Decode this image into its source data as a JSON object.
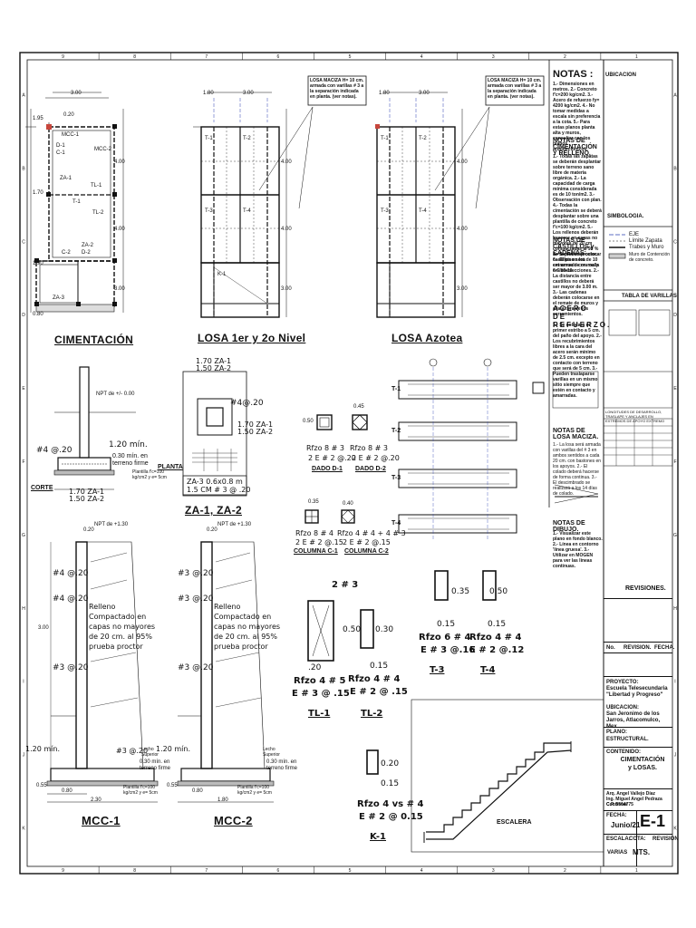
{
  "grid": {
    "top_marks": [
      "9",
      "8",
      "7",
      "6",
      "5",
      "4",
      "3",
      "2",
      "1"
    ],
    "side_marks": [
      "A",
      "B",
      "C",
      "D",
      "E",
      "F",
      "G",
      "H",
      "I",
      "J",
      "K"
    ]
  },
  "plans": {
    "cimentacion": {
      "title": "CIMENTACIÓN",
      "dims": [
        "0.20",
        "3.00",
        "1.95",
        "4.00",
        "1.70",
        "4.00",
        "1.90",
        "0.80",
        "3.00"
      ],
      "marks": [
        "MCC-1",
        "D-1",
        "C-1",
        "ZA-1",
        "ZA-2",
        "D-2",
        "C-2",
        "MCC-2",
        "TL-1",
        "TL-2",
        "T-1",
        "ZA-3"
      ]
    },
    "losa_1": {
      "title": "LOSA 1er y 2o Nivel",
      "callout": "LOSA MACIZA H= 10 cm. armada con varillas # 3 a la separación indicada en planta. (ver notas).",
      "dims": [
        "1.80",
        "3.00",
        "4.00",
        "4.00",
        "3.00"
      ],
      "marks": [
        "T-1",
        "T-2",
        "T-3",
        "T-4",
        "K-1"
      ]
    },
    "losa_azotea": {
      "title": "LOSA Azotea",
      "callout": "LOSA MACIZA H= 10 cm. armada con varillas # 3 a la separación indicada en planta. (ver notas).",
      "dims": [
        "1.80",
        "3.00",
        "4.00",
        "4.00",
        "3.00"
      ],
      "marks": [
        "T-1",
        "T-2",
        "T-3",
        "T-4"
      ]
    }
  },
  "details": {
    "zapata_section": {
      "labels": [
        "NPT de +/- 0.00",
        "#4 @.20",
        "1.20 mín.",
        "0.30 mín. en terreno firme",
        "CORTE",
        "1.70 ZA-1",
        "1.50 ZA-2",
        "Plantilla f'c=100 kg/cm2 y e= 5cm"
      ]
    },
    "za_plan": {
      "title": "ZA-1, ZA-2",
      "labels": [
        "1.70 ZA-1",
        "1.50 ZA-2",
        "#4@.20",
        "1.70 ZA-1",
        "1.50 ZA-2",
        "ZA-3 0.6x0.8 m",
        "1.5 CM # 3 @ .20",
        "PLANTA"
      ]
    },
    "dados": [
      {
        "name": "DADO D-1",
        "size": "0.50",
        "rebar": "Rfzo 8 # 3",
        "stirrup": "2 E # 2 @.20"
      },
      {
        "name": "DADO D-2",
        "size": "0.45",
        "rebar": "Rfzo 8 # 3",
        "stirrup": "2 E # 2 @.20"
      }
    ],
    "columnas": [
      {
        "name": "COLUMNA C-1",
        "size": "0.35",
        "rebar": "Rfzo 8 # 4",
        "stirrup": "2 E # 2 @.15"
      },
      {
        "name": "COLUMNA C-2",
        "size": "0.40",
        "rebar": "Rfzo 4 # 4 + 4 # 3",
        "stirrup": "2 E # 2 @.15"
      }
    ],
    "trabes": [
      {
        "name": "TL-1",
        "w": ".20",
        "h": "0.50",
        "top": "2 # 3",
        "rebar": "Rfzo  4 # 5",
        "stirrup": "E # 3 @ .15"
      },
      {
        "name": "TL-2",
        "w": "0.15",
        "h": "0.30",
        "rebar": "Rfzo  4 # 4",
        "stirrup": "E # 2 @ .15"
      },
      {
        "name": "T-3",
        "w": "0.15",
        "h": "0.35",
        "rebar": "Rfzo  6 # 4",
        "stirrup": "E # 3 @.16"
      },
      {
        "name": "T-4",
        "w": "0.15",
        "h": "0.50",
        "rebar": "Rfzo  4 # 4",
        "stirrup": "E # 2 @.12"
      },
      {
        "name": "K-1",
        "w": "0.15",
        "h": "0.20",
        "rebar": "Rfzo 4 vs # 4",
        "stirrup": "E # 2 @ 0.15"
      }
    ],
    "muros": [
      {
        "name": "MCC-1",
        "top": "0.20",
        "fill": "Relleno Compactado en capas no mayores de 20 cm. al 95% prueba proctor",
        "labels": [
          "NPT de +1.30",
          "#4 @.20",
          "#4 @.20",
          "#3 @.20",
          "3.00",
          "1.20 mín.",
          "0.30 mín. en terreno firme",
          "0.80",
          "2.30",
          "0.55",
          "Plantilla f'c=100 kg/cm2 y e= 5cm",
          "Lecho Superior",
          "#3 @.20"
        ]
      },
      {
        "name": "MCC-2",
        "top": "0.20",
        "fill": "Relleno Compactado en capas no mayores de 20 cm. al 95% prueba proctor",
        "labels": [
          "NPT de +1.30",
          "#3 @.20",
          "#3 @.20",
          "#3 @.20",
          "1.20 mín.",
          "0.30 mín. en terreno firme",
          "0.80",
          "1.80",
          "0.55",
          "Plantilla f'c=100 kg/cm2 y e= 5cm",
          "Lecho Superior"
        ]
      }
    ],
    "vigas_elev": [
      "T-1",
      "T-2",
      "T-3",
      "T-4"
    ],
    "escalera": "ESCALERA"
  },
  "notes": {
    "notas_title": "NOTAS :",
    "notas": "1.- Dimensiones en metros. 2.- Concreto f'c=200 kg/cm2. 3.- Acero de refuerzo fy= 4200 kg/cm2. 4.- No tomar medidas a escala sin preferencia a la cota. 5.- Para estas planos planta alta y muros, consultar con los planos arquitectónicos.",
    "cimentacion_title": "NOTAS DE CIMENTACIÓN Y RELLENO.",
    "cimentacion": "1.- Todas las zapatas se deberán desplantar sobre terreno sano libre de materia orgánica. 2.- La capacidad de carga mínima considerada es de 10 ton/m2. 3.- Observación con plan. 4.- Todas la cimentación se deberá desplantar sobre una plantilla de concreto f'c=100 kg/cm2. 5.- Los rellenos deberán hacerse en capas no mayores de 20 cm compactadas al 95 % de la prueba proctor. 6.- El piso será de 10 cm armado con malla 6-6/10-10.",
    "castillos_title": "NOTAS DE CASTILLOS y CADENAS:",
    "castillos": "1.- Se deberán colocar castillos en los extremos de muros y en intersecciones. 2.- La distancia entre castillos no deberá ser mayor de 3.00 m. 3.- Las cadenas deberán colocarse en el remate de muros y a la altura de los cerramientos.",
    "acero_title": "ACERO DE REFUERZO.",
    "acero": "1.- Se colocará el primer estribo a 5 cm. del paño del apoyo. 2.- Los recubrimientos libres a la cara del acero serán mínimo de 2.5 cm. excepto en contacto con terreno que será de 5 cm. 3.- Pueden traslaparse varillas en un mismo sitio siempre que estén en contacto y amarradas.",
    "losa_title": "NOTAS DE LOSA MACIZA.",
    "losa": "1.- La losa será armada con varillas del # 3 en ambos sentidos a cada 20 cm. con bastones en los apoyos. 2.- El colado deberá hacerse de forma continua. 3.- El descimbrado se realizará a los 14 días de colado.",
    "dibujo_title": "NOTAS DE DIBUJO.",
    "dibujo": "1.- Visualizar este plano en fondo blanco. 2.- Línea en contorno 'línea gruesa'. 3.- Utilizar en MOGEN para ver las líneas continuas.",
    "simbologia_title": "SIMBOLOGIA.",
    "simbologia": [
      "EJE",
      "Límite Zapata",
      "Trabes y Muro",
      "Muro de Contención de concreto."
    ],
    "tabla_title": "TABLA DE VARILLAS",
    "tabla_sub": "LONGITUDES DE DESARROLLO, TRASLAPE Y ANCLAJES EN EXTREMOS DE APOYO EXTREMO"
  },
  "title_block": {
    "ubicacion_top": "UBICACION",
    "revisiones": "REVISIONES.",
    "rev_cols": [
      "No.",
      "REVISION.",
      "FECHA."
    ],
    "proyecto_label": "PROYECTO:",
    "proyecto": "Escuela Telesecundaria \"Libertad y Progreso\"",
    "ubicacion_label": "UBICACION:",
    "ubicacion": "San Jeronimo de los Jarros, Atlacomulco, Mex.",
    "plano_label": "PLANO:",
    "plano": "ESTRUCTURAL.",
    "contenido_label": "CONTENIDO:",
    "contenido": "CIMENTACIÓN y LOSAS.",
    "responsables": [
      "Arq. Angel Vallejo Díaz",
      "Ing. Miguel Angel Pedraza Contreras",
      "C.P. 5564775"
    ],
    "fecha_label": "FECHA:",
    "fecha": "Junio/21",
    "sheet": "E-1",
    "escala_label": "ESCALA:",
    "escala": "VARIAS",
    "cota_label": "COTA:",
    "cota": "MTS.",
    "revision_label": "REVISION"
  }
}
